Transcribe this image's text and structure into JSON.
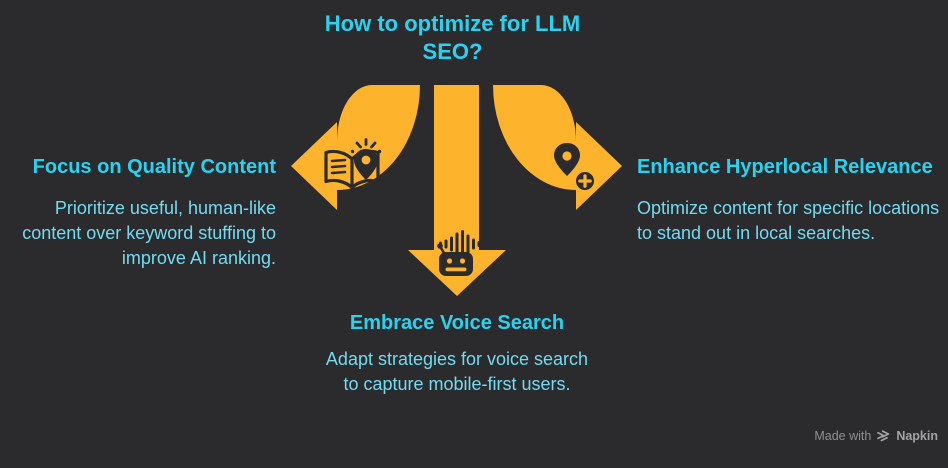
{
  "colors": {
    "background": "#2b2b2d",
    "arrow": "#fdb32b",
    "icon_on_arrow": "#2b2b2d",
    "heading_text": "#2bd2f0",
    "body_text": "#72dbf2",
    "watermark_text": "#8f8f8f",
    "watermark_brand": "#a3a3a3"
  },
  "title": {
    "full": "How to optimize for LLM SEO?",
    "line1": "How to optimize for LLM",
    "line2": "SEO?"
  },
  "branches": [
    {
      "id": "quality-content",
      "direction": "left",
      "icon": "book-idea-pin-icon",
      "heading": "Focus on Quality Content",
      "body": "Prioritize useful, human-like content over keyword stuffing to improve AI ranking."
    },
    {
      "id": "voice-search",
      "direction": "down",
      "icon": "voice-robot-icon",
      "heading": "Embrace Voice Search",
      "body": "Adapt strategies for voice search to capture mobile-first users."
    },
    {
      "id": "hyperlocal-relevance",
      "direction": "right",
      "icon": "add-location-pin-icon",
      "heading": "Enhance Hyperlocal Relevance",
      "body": "Optimize content for specific locations to stand out in local searches."
    }
  ],
  "watermark": {
    "prefix": "Made with",
    "brand": "Napkin",
    "logo_icon": "napkin-logo-icon"
  }
}
